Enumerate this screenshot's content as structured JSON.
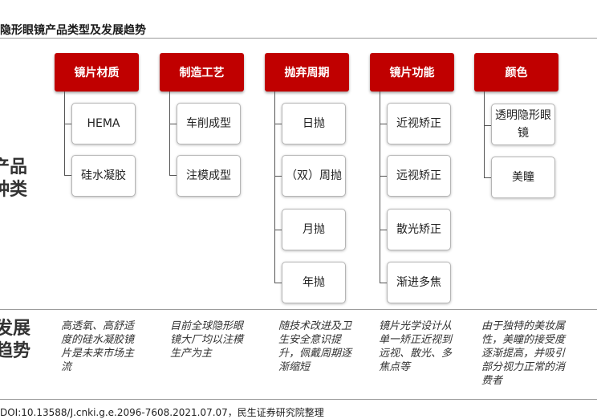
{
  "title": "隐形眼镜产品类型及发展趋势",
  "side_labels": {
    "products_top": "产品",
    "products_bottom": "种类",
    "trend_top": "发展",
    "trend_bottom": "趋势"
  },
  "columns": [
    {
      "header": "镜片材质",
      "items": [
        "HEMA",
        "硅水凝胶"
      ],
      "trend": "高透氧、高舒适度的硅水凝胶镜片是未来市场主流"
    },
    {
      "header": "制造工艺",
      "items": [
        "车削成型",
        "注模成型"
      ],
      "trend": "目前全球隐形眼镜大厂均以注模生产为主"
    },
    {
      "header": "抛弃周期",
      "items": [
        "日抛",
        "（双）周抛",
        "月抛",
        "年抛"
      ],
      "trend": "随技术改进及卫生安全意识提升，佩戴周期逐渐缩短"
    },
    {
      "header": "镜片功能",
      "items": [
        "近视矫正",
        "远视矫正",
        "散光矫正",
        "渐进多焦"
      ],
      "trend": "镜片光学设计从单一矫正近视到远视、散光、多焦点等"
    },
    {
      "header": "颜色",
      "items": [
        "透明隐形眼镜",
        "美瞳"
      ],
      "trend": "由于独特的美妆属性，美瞳的接受度逐渐提高，并吸引部分视力正常的消费者"
    }
  ],
  "source": "DOI:10.13588/J.cnki.g.e.2096-7608.2021.07.07，民生证券研究院整理",
  "colors": {
    "header_bg": "#c00000",
    "header_text": "#ffffff"
  }
}
